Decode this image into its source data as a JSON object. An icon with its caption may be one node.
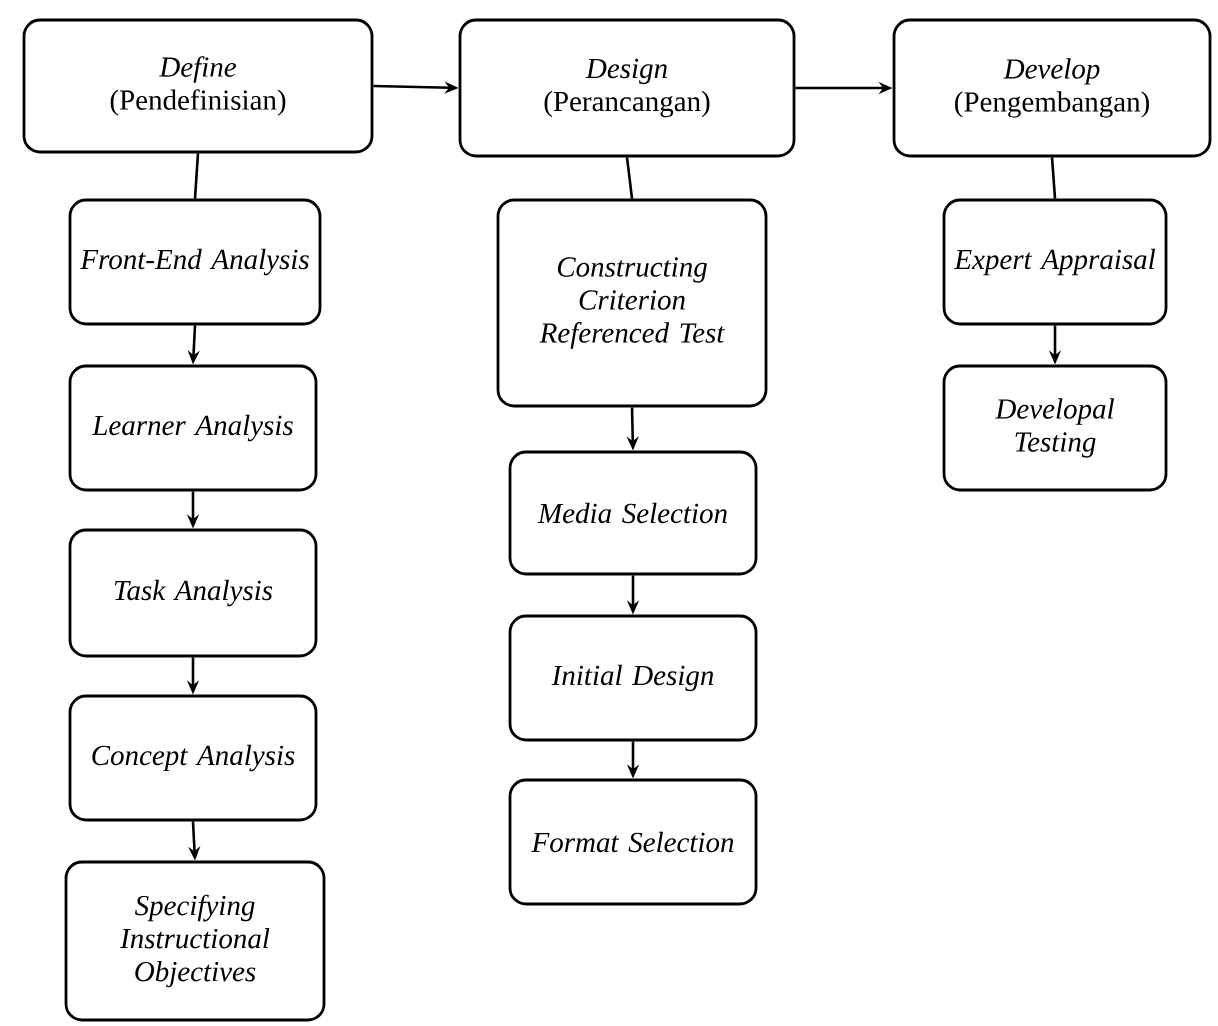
{
  "diagram": {
    "nodes": [
      {
        "text": [
          "Define",
          "(Pendefinisian)"
        ]
      },
      {
        "text": [
          "Design",
          "(Perancangan)"
        ]
      },
      {
        "text": [
          "Develop",
          "(Pengembangan)"
        ]
      },
      {
        "text": [
          "Front-End Analysis"
        ]
      },
      {
        "text": [
          "Learner Analysis"
        ]
      },
      {
        "text": [
          "Task Analysis"
        ]
      },
      {
        "text": [
          "Concept Analysis"
        ]
      },
      {
        "text": [
          "Specifying Instructional Objectives"
        ]
      },
      {
        "text": [
          "Constructing Criterion Referenced Test"
        ]
      },
      {
        "text": [
          "Media Selection"
        ]
      },
      {
        "text": [
          "Initial Design"
        ]
      },
      {
        "text": [
          "Format Selection"
        ]
      },
      {
        "text": [
          "Expert Appraisal"
        ]
      },
      {
        "text": [
          "Developal Testing"
        ]
      }
    ],
    "edges": [
      {
        "from": 0,
        "to": 1,
        "arrow": "to"
      },
      {
        "from": 1,
        "to": 2,
        "arrow": "to"
      },
      {
        "from": 0,
        "to": 3,
        "arrow": "none"
      },
      {
        "from": 3,
        "to": 4,
        "arrow": "to"
      },
      {
        "from": 4,
        "to": 5,
        "arrow": "to"
      },
      {
        "from": 5,
        "to": 6,
        "arrow": "to"
      },
      {
        "from": 6,
        "to": 7,
        "arrow": "to"
      },
      {
        "from": 1,
        "to": 8,
        "arrow": "none"
      },
      {
        "from": 8,
        "to": 9,
        "arrow": "to"
      },
      {
        "from": 9,
        "to": 10,
        "arrow": "to"
      },
      {
        "from": 10,
        "to": 11,
        "arrow": "to"
      },
      {
        "from": 2,
        "to": 12,
        "arrow": "none"
      },
      {
        "from": 12,
        "to": 13,
        "arrow": "to"
      }
    ]
  }
}
